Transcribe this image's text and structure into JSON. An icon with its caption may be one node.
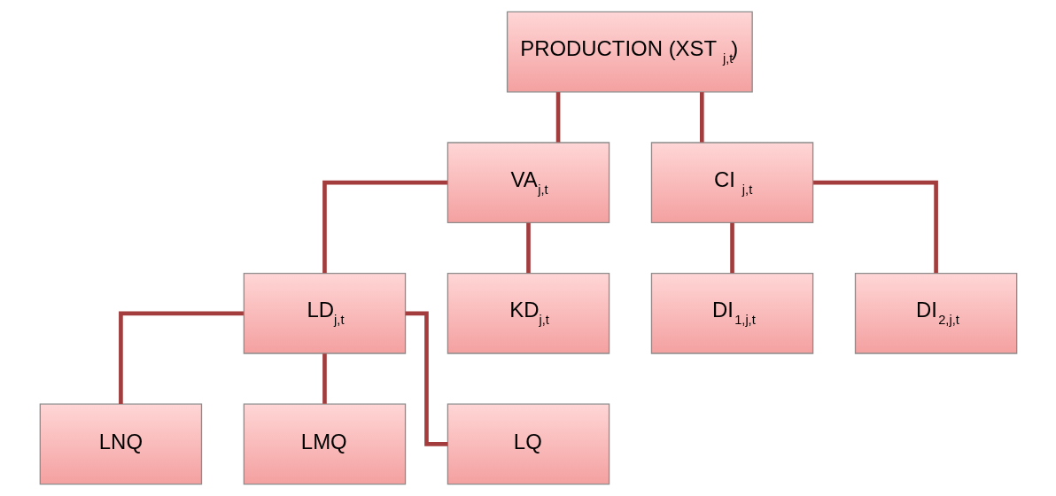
{
  "diagram": {
    "nodes": [
      {
        "text": [
          "PRODUCTION (XST $_{j,t}$)"
        ]
      },
      {
        "text": [
          "VA$_{j,t}$"
        ]
      },
      {
        "text": [
          "CI $_{j,t}$"
        ]
      },
      {
        "text": [
          "LD$_{j,t}$"
        ]
      },
      {
        "text": [
          "KD$_{j,t}$"
        ]
      },
      {
        "text": [
          "DI$_{1,j,t}$"
        ]
      },
      {
        "text": [
          "DI$_{2,j,t}$"
        ]
      },
      {
        "text": [
          "LNQ"
        ]
      },
      {
        "text": [
          "LMQ"
        ]
      },
      {
        "text": [
          "LQ"
        ]
      }
    ],
    "edges": [
      {
        "from": 0,
        "to": 1,
        "arrow": "none"
      },
      {
        "from": 0,
        "to": 2,
        "arrow": "none"
      },
      {
        "from": 1,
        "to": 3,
        "arrow": "none"
      },
      {
        "from": 1,
        "to": 4,
        "arrow": "none"
      },
      {
        "from": 2,
        "to": 5,
        "arrow": "none"
      },
      {
        "from": 2,
        "to": 6,
        "arrow": "none"
      },
      {
        "from": 3,
        "to": 7,
        "arrow": "none"
      },
      {
        "from": 3,
        "to": 8,
        "arrow": "none"
      },
      {
        "from": 3,
        "to": 9,
        "arrow": "none"
      }
    ]
  }
}
